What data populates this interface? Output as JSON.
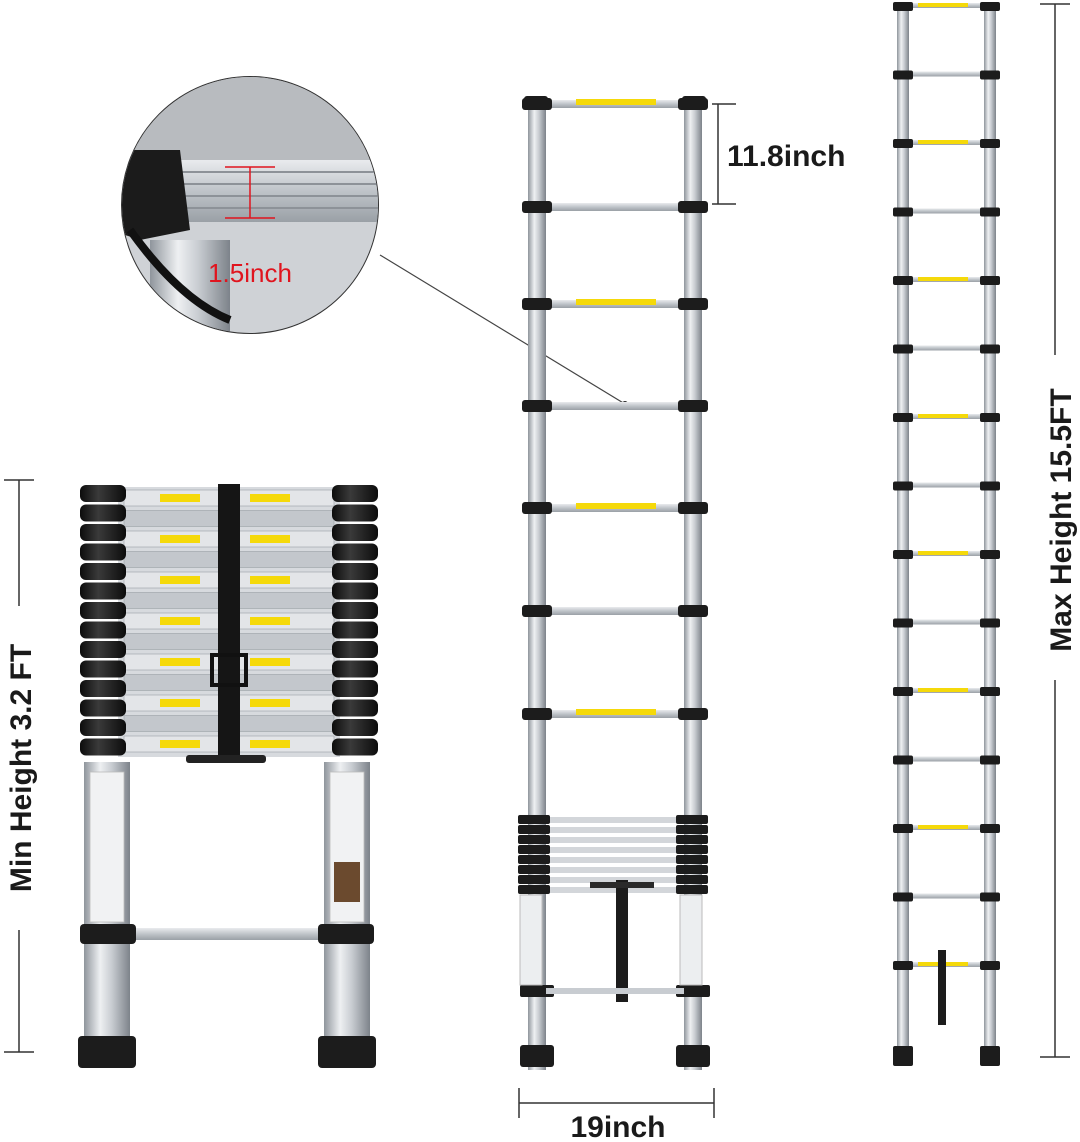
{
  "labels": {
    "rung_diameter": "1.5inch",
    "rung_spacing": "11.8inch",
    "width": "19inch",
    "min_height": "Min Height 3.2 FT",
    "max_height": "Max Height 15.5FT"
  },
  "colors": {
    "accent_red": "#e0141e",
    "warning_yellow": "#f5d90a",
    "aluminum": "#c8ccd1",
    "cap_black": "#1c1c1c",
    "dimension_line": "#333333"
  },
  "icons": [
    "magnifier-circle-icon",
    "ladder-folded-icon",
    "ladder-partial-icon",
    "ladder-extended-icon"
  ]
}
